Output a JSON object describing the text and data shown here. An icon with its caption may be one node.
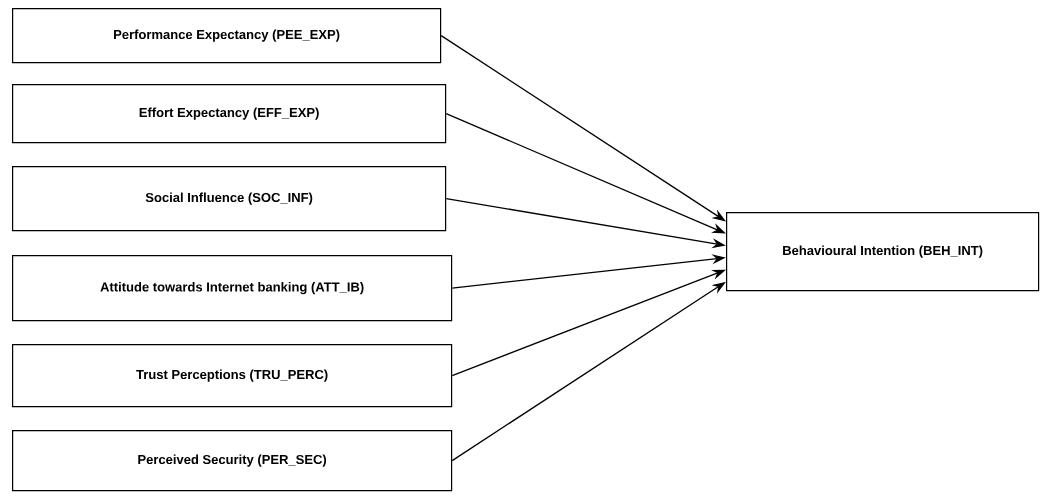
{
  "diagram": {
    "nodes": [
      {
        "text": [
          "Performance Expectancy (PEE_EXP)"
        ]
      },
      {
        "text": [
          "Effort Expectancy (EFF_EXP)"
        ]
      },
      {
        "text": [
          "Social Influence (SOC_INF)"
        ]
      },
      {
        "text": [
          "Attitude towards Internet banking (ATT_IB)"
        ]
      },
      {
        "text": [
          "Trust Perceptions (TRU_PERC)"
        ]
      },
      {
        "text": [
          "Perceived Security (PER_SEC)"
        ]
      },
      {
        "text": [
          "Behavioural Intention (BEH_INT)"
        ]
      }
    ],
    "edges": [
      {
        "from": 0,
        "to": 6,
        "arrow": "to"
      },
      {
        "from": 1,
        "to": 6,
        "arrow": "to"
      },
      {
        "from": 2,
        "to": 6,
        "arrow": "to"
      },
      {
        "from": 3,
        "to": 6,
        "arrow": "to"
      },
      {
        "from": 4,
        "to": 6,
        "arrow": "to"
      },
      {
        "from": 5,
        "to": 6,
        "arrow": "to"
      }
    ]
  }
}
